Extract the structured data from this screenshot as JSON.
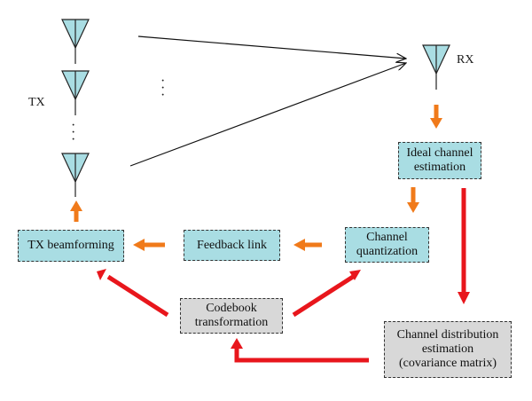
{
  "labels": {
    "tx": "TX",
    "rx": "RX"
  },
  "boxes": {
    "ideal_channel_estimation": "Ideal channel\nestimation",
    "channel_quantization": "Channel\nquantization",
    "feedback_link": "Feedback link",
    "tx_beamforming": "TX beamforming",
    "codebook_transformation": "Codebook\ntransformation",
    "channel_distribution_estimation": "Channel distribution\nestimation\n(covariance matrix)"
  },
  "colors": {
    "antenna_fill": "#a9dde3",
    "blue_box": "#a9dde3",
    "gray_box": "#d8d8d8",
    "orange_arrow": "#f07a1a",
    "red_arrow": "#e8161c",
    "line": "#111111"
  }
}
